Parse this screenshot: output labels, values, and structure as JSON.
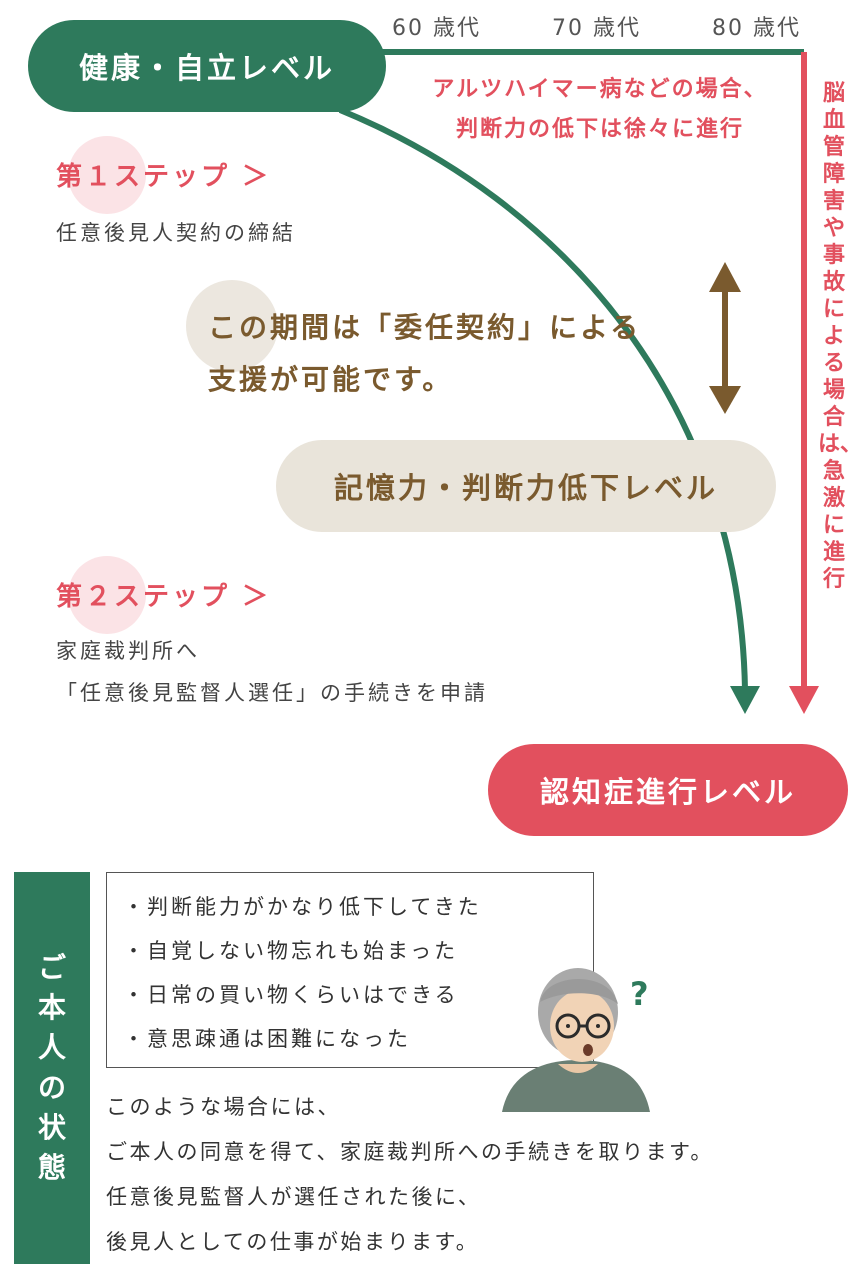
{
  "ages": [
    "60 歳代",
    "70 歳代",
    "80 歳代"
  ],
  "levels": {
    "health": "健康・自立レベル",
    "memory": "記憶力・判断力低下レベル",
    "dementia": "認知症進行レベル"
  },
  "alzheimer_note": [
    "アルツハイマー病などの場合、",
    "判断力の低下は徐々に進行"
  ],
  "vascular_note": "脳血管障害や事故による場合は、急激に進行",
  "step1": {
    "title": "第１ステップ ＞",
    "text": "任意後見人契約の締結"
  },
  "period_note": [
    "この期間は「委任契約」による",
    "支援が可能です。"
  ],
  "step2": {
    "title": "第２ステップ ＞",
    "lines": [
      "家庭裁判所へ",
      "「任意後見監督人選任」の手続きを申請"
    ]
  },
  "status_label": "ご本人の状態",
  "status_items": [
    "・判断能力がかなり低下してきた",
    "・自覚しない物忘れも始まった",
    "・日常の買い物くらいはできる",
    "・意思疎通は困難になった"
  ],
  "question_mark": "?",
  "description": [
    "このような場合には、",
    "ご本人の同意を得て、家庭裁判所への手続きを取ります。",
    "任意後見監督人が選任された後に、",
    "後見人としての仕事が始まります。"
  ],
  "colors": {
    "green": "#2e7a5c",
    "red": "#e2505e",
    "beige": "#e9e4da",
    "brown": "#7a5a2e",
    "pink": "#fbe3e6"
  },
  "icons": [
    "elderly-person-icon",
    "double-arrow-icon",
    "down-arrow-icon"
  ]
}
